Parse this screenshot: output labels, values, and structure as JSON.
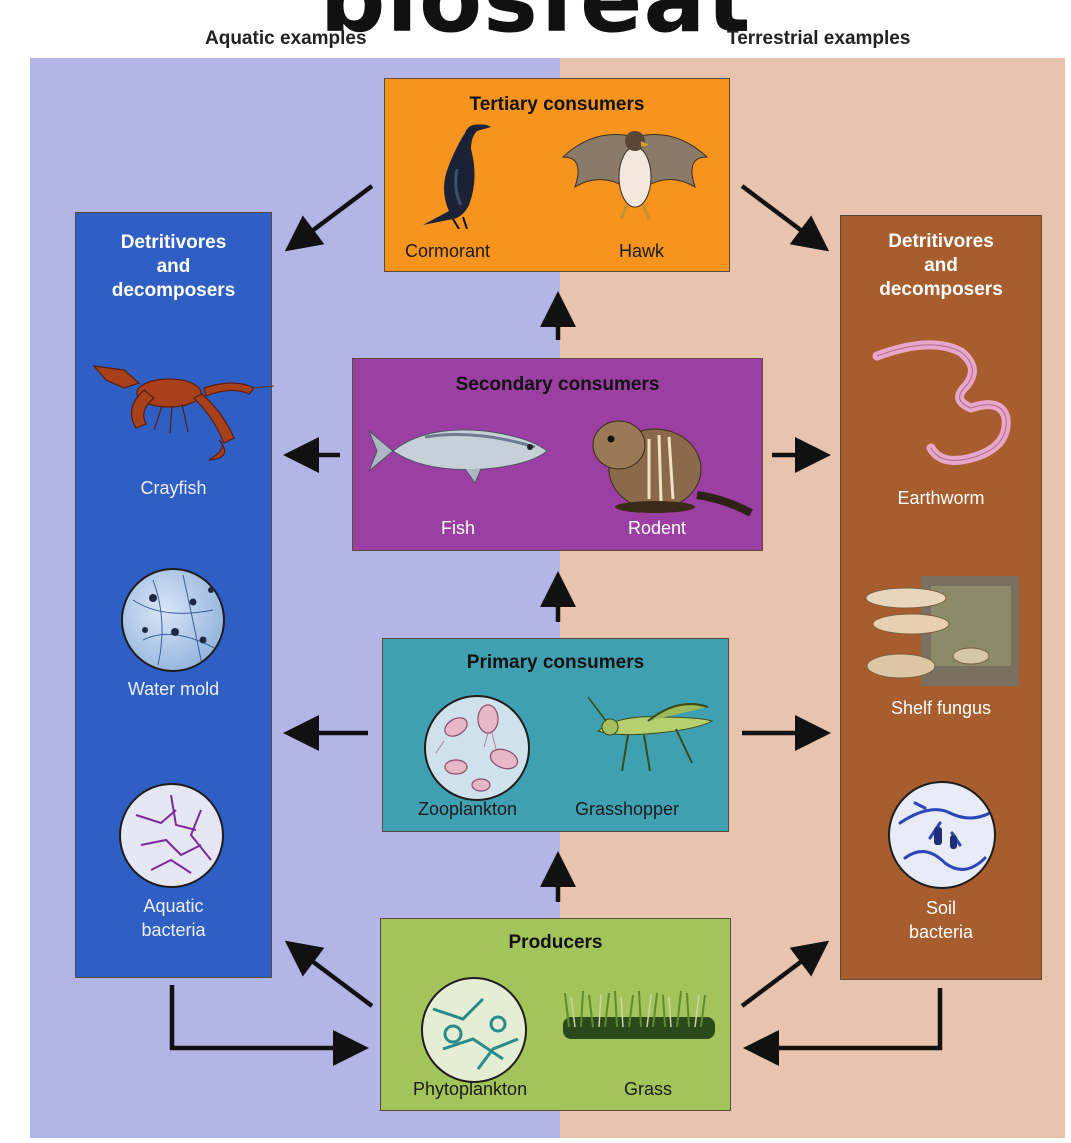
{
  "header": {
    "cut_title": "biosfeat",
    "aquatic_label": "Aquatic examples",
    "terrestrial_label": "Terrestrial examples"
  },
  "tertiary": {
    "title": "Tertiary consumers",
    "left": "Cormorant",
    "right": "Hawk"
  },
  "secondary": {
    "title": "Secondary consumers",
    "left": "Fish",
    "right": "Rodent"
  },
  "primary": {
    "title": "Primary consumers",
    "left": "Zooplankton",
    "right": "Grasshopper"
  },
  "producers": {
    "title": "Producers",
    "left": "Phytoplankton",
    "right": "Grass"
  },
  "aquatic_detritivores": {
    "title_line1": "Detritivores",
    "title_line2": "and",
    "title_line3": "decomposers",
    "item1": "Crayfish",
    "item2": "Water mold",
    "item3_line1": "Aquatic",
    "item3_line2": "bacteria"
  },
  "terrestrial_detritivores": {
    "title_line1": "Detritivores",
    "title_line2": "and",
    "title_line3": "decomposers",
    "item1": "Earthworm",
    "item2": "Shelf fungus",
    "item3_line1": "Soil",
    "item3_line2": "bacteria"
  },
  "icons": [
    "cormorant-icon",
    "hawk-icon",
    "fish-icon",
    "rodent-icon",
    "zooplankton-icon",
    "grasshopper-icon",
    "phytoplankton-icon",
    "grass-icon",
    "crayfish-icon",
    "water-mold-icon",
    "aquatic-bacteria-icon",
    "earthworm-icon",
    "shelf-fungus-icon",
    "soil-bacteria-icon"
  ],
  "colors": {
    "aquatic_bg": "#b3b5e6",
    "terrestrial_bg": "#e8c3ad",
    "tertiary_box": "#f7941d",
    "secondary_box": "#9b3fa2",
    "primary_box": "#3fa0b2",
    "producers_box": "#a3c45a",
    "aquatic_detritivore_box": "#2f5fc4",
    "terrestrial_detritivore_box": "#a85d2e"
  }
}
